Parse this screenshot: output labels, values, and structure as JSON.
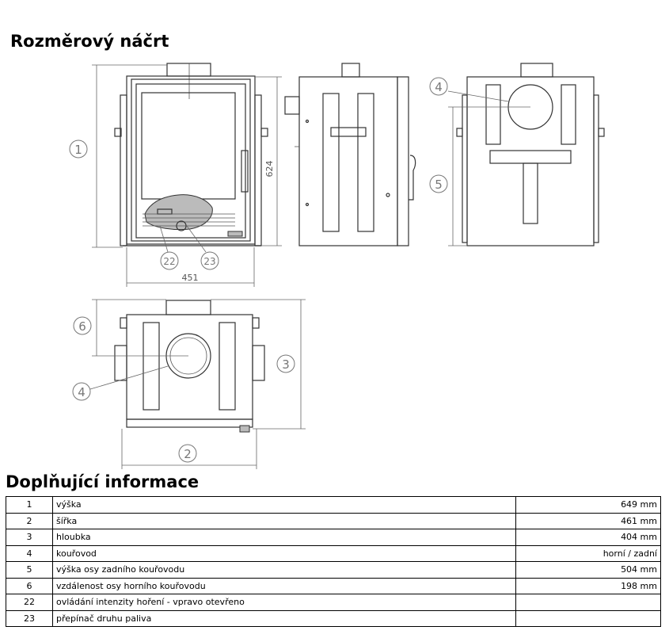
{
  "section_title": "Rozměrový náčrt",
  "info_title": "Doplňující informace",
  "drawing": {
    "dim_height": "624",
    "dim_width": "451",
    "callouts": {
      "c1": "1",
      "c2": "2",
      "c3": "3",
      "c4a": "4",
      "c4b": "4",
      "c5": "5",
      "c6": "6",
      "c22": "22",
      "c23": "23"
    }
  },
  "rows": [
    {
      "num": "1",
      "label": "výška",
      "value": "649 mm"
    },
    {
      "num": "2",
      "label": "šířka",
      "value": "461 mm"
    },
    {
      "num": "3",
      "label": "hloubka",
      "value": "404 mm"
    },
    {
      "num": "4",
      "label": "kouřovod",
      "value": "horní / zadní"
    },
    {
      "num": "5",
      "label": "výška osy zadního kouřovodu",
      "value": "504 mm"
    },
    {
      "num": "6",
      "label": "vzdálenost osy horního kouřovodu",
      "value": "198 mm"
    },
    {
      "num": "22",
      "label": "ovládání intenzity hoření - vpravo otevřeno",
      "value": ""
    },
    {
      "num": "23",
      "label": "přepínač druhu paliva",
      "value": ""
    }
  ]
}
